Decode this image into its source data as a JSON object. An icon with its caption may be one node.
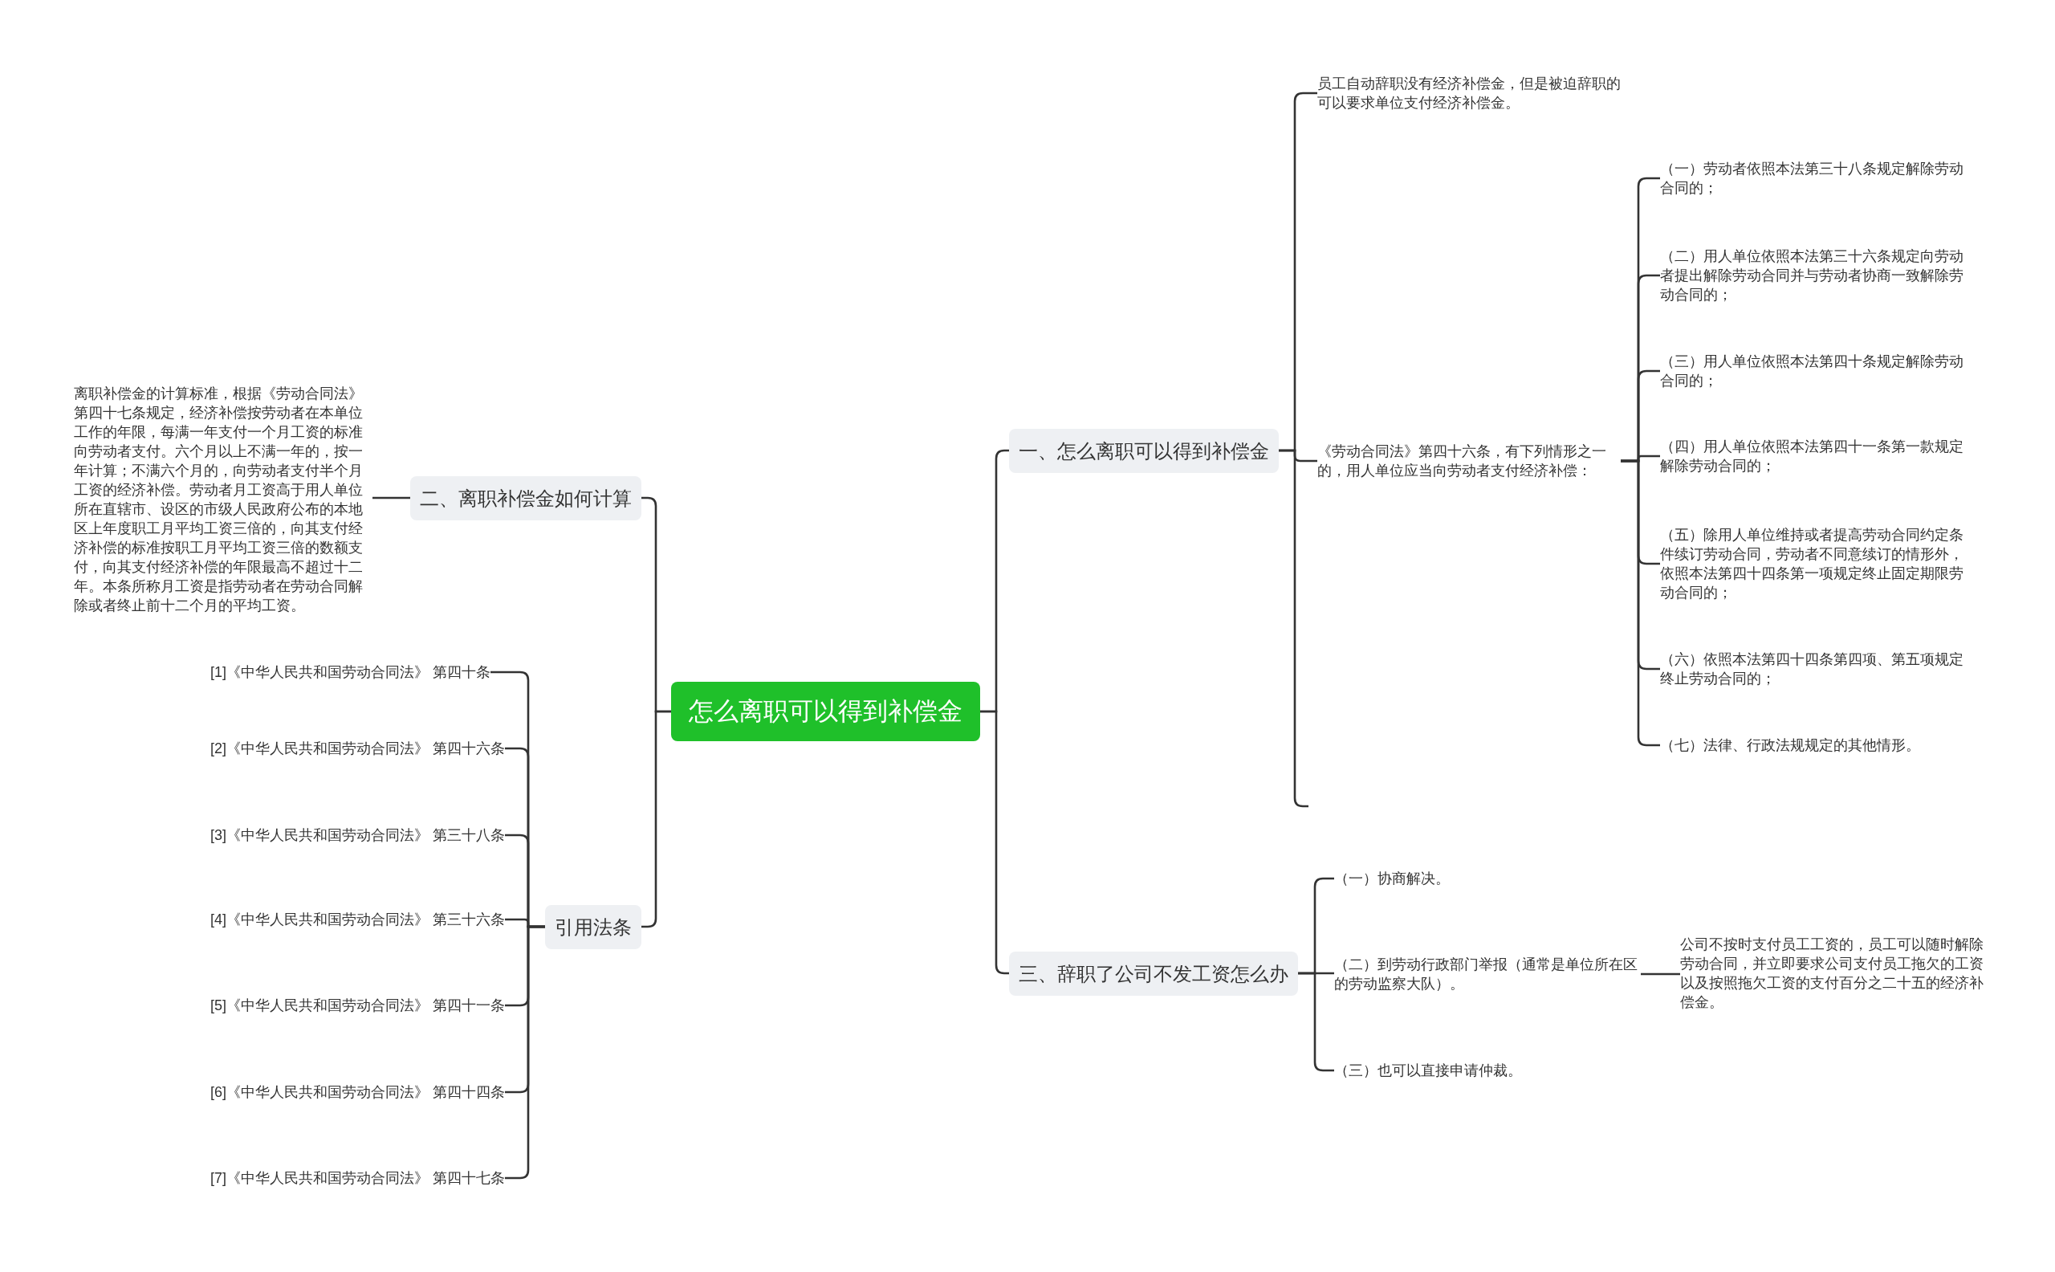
{
  "diagram": {
    "nodes": [
      {
        "text": [
          "怎么离职可以得到补偿金"
        ]
      },
      {
        "text": [
          "二、离职补偿金如何计算"
        ]
      },
      {
        "text": [
          "离职补偿金的计算标准，根据《劳动合同法》第四十七条规定，经济补偿按劳动者在本单位工作的年限，每满一年支付一个月工资的标准向劳动者支付。六个月以上不满一年的，按一年计算；不满六个月的，向劳动者支付半个月工资的经济补偿。劳动者月工资高于用人单位所在直辖市、设区的市级人民政府公布的本地区上年度职工月平均工资三倍的，向其支付经济补偿的标准按职工月平均工资三倍的数额支付，向其支付经济补偿的年限最高不超过十二年。本条所称月工资是指劳动者在劳动合同解除或者终止前十二个月的平均工资。"
        ]
      },
      {
        "text": [
          "引用法条"
        ]
      },
      {
        "text": [
          "[1]《中华人民共和国劳动合同法》 第四十条"
        ]
      },
      {
        "text": [
          "[2]《中华人民共和国劳动合同法》 第四十六条"
        ]
      },
      {
        "text": [
          "[3]《中华人民共和国劳动合同法》 第三十八条"
        ]
      },
      {
        "text": [
          "[4]《中华人民共和国劳动合同法》 第三十六条"
        ]
      },
      {
        "text": [
          "[5]《中华人民共和国劳动合同法》 第四十一条"
        ]
      },
      {
        "text": [
          "[6]《中华人民共和国劳动合同法》 第四十四条"
        ]
      },
      {
        "text": [
          "[7]《中华人民共和国劳动合同法》 第四十七条"
        ]
      },
      {
        "text": [
          "一、怎么离职可以得到补偿金"
        ]
      },
      {
        "text": [
          "员工自动辞职没有经济补偿金，但是被迫辞职的可以要求单位支付经济补偿金。"
        ]
      },
      {
        "text": [
          "《劳动合同法》第四十六条，有下列情形之一的，用人单位应当向劳动者支付经济补偿："
        ]
      },
      {
        "text": [
          "（一）劳动者依照本法第三十八条规定解除劳动合同的；"
        ]
      },
      {
        "text": [
          "（二）用人单位依照本法第三十六条规定向劳动者提出解除劳动合同并与劳动者协商一致解除劳动合同的；"
        ]
      },
      {
        "text": [
          "（三）用人单位依照本法第四十条规定解除劳动合同的；"
        ]
      },
      {
        "text": [
          "（四）用人单位依照本法第四十一条第一款规定解除劳动合同的；"
        ]
      },
      {
        "text": [
          "（五）除用人单位维持或者提高劳动合同约定条件续订劳动合同，劳动者不同意续订的情形外，依照本法第四十四条第一项规定终止固定期限劳动合同的；"
        ]
      },
      {
        "text": [
          "（六）依照本法第四十四条第四项、第五项规定终止劳动合同的；"
        ]
      },
      {
        "text": [
          "（七）法律、行政法规规定的其他情形。"
        ]
      },
      {
        "text": [
          "三、辞职了公司不发工资怎么办"
        ]
      },
      {
        "text": [
          "（一）协商解决。"
        ]
      },
      {
        "text": [
          "（二）到劳动行政部门举报（通常是单位所在区的劳动监察大队）。"
        ]
      },
      {
        "text": [
          "公司不按时支付员工工资的，员工可以随时解除劳动合同，并立即要求公司支付员工拖欠的工资以及按照拖欠工资的支付百分之二十五的经济补偿金。"
        ]
      },
      {
        "text": [
          "（三）也可以直接申请仲裁。"
        ]
      }
    ],
    "edges": [
      {
        "from": 0,
        "to": 1,
        "arrow": "none"
      },
      {
        "from": 1,
        "to": 2,
        "arrow": "none"
      },
      {
        "from": 0,
        "to": 3,
        "arrow": "none"
      },
      {
        "from": 3,
        "to": 4,
        "arrow": "none"
      },
      {
        "from": 3,
        "to": 5,
        "arrow": "none"
      },
      {
        "from": 3,
        "to": 6,
        "arrow": "none"
      },
      {
        "from": 3,
        "to": 7,
        "arrow": "none"
      },
      {
        "from": 3,
        "to": 8,
        "arrow": "none"
      },
      {
        "from": 3,
        "to": 9,
        "arrow": "none"
      },
      {
        "from": 3,
        "to": 10,
        "arrow": "none"
      },
      {
        "from": 0,
        "to": 11,
        "arrow": "none"
      },
      {
        "from": 11,
        "to": 12,
        "arrow": "none"
      },
      {
        "from": 11,
        "to": 13,
        "arrow": "none"
      },
      {
        "from": 11,
        "to": null,
        "arrow": "none"
      },
      {
        "from": 13,
        "to": 14,
        "arrow": "none"
      },
      {
        "from": 13,
        "to": 15,
        "arrow": "none"
      },
      {
        "from": 13,
        "to": 16,
        "arrow": "none"
      },
      {
        "from": 13,
        "to": 17,
        "arrow": "none"
      },
      {
        "from": 13,
        "to": 18,
        "arrow": "none"
      },
      {
        "from": 13,
        "to": 19,
        "arrow": "none"
      },
      {
        "from": 13,
        "to": 20,
        "arrow": "none"
      },
      {
        "from": 0,
        "to": 21,
        "arrow": "none"
      },
      {
        "from": 21,
        "to": 22,
        "arrow": "none"
      },
      {
        "from": 21,
        "to": 23,
        "arrow": "none"
      },
      {
        "from": 23,
        "to": 24,
        "arrow": "none"
      },
      {
        "from": 21,
        "to": 25,
        "arrow": "none"
      }
    ]
  }
}
